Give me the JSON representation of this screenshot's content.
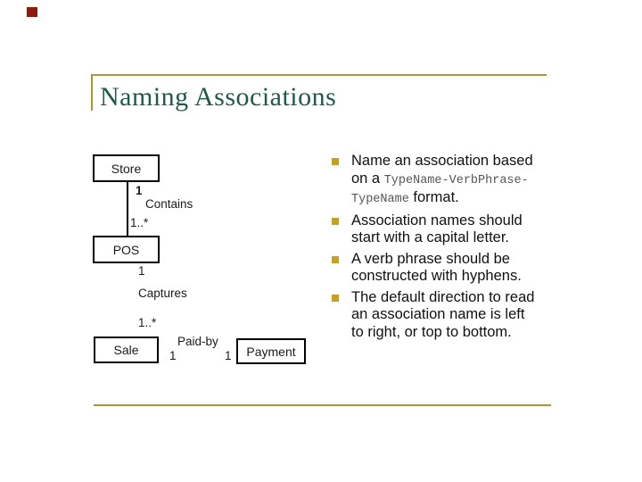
{
  "slide": {
    "title": "Naming Associations",
    "colors": {
      "title_green": "#1e5b47",
      "rule_gold": "#ac9738",
      "bullet_gold": "#c4a21d",
      "corner_red": "#8e1b10"
    }
  },
  "diagram": {
    "boxes": [
      {
        "label": "Store"
      },
      {
        "label": "POS"
      },
      {
        "label": "Sale"
      },
      {
        "label": "Payment"
      }
    ],
    "labels": {
      "store_mult": "1",
      "contains": "Contains",
      "contains_mult": "1..*",
      "pos_mult": "1",
      "captures": "Captures",
      "captures_mult": "1..*",
      "paid_by": "Paid-by",
      "sale_mult": "1",
      "payment_mult": "1"
    }
  },
  "bullets": [
    {
      "lines": [
        [
          {
            "t": "Name an association based",
            "m": false
          }
        ],
        [
          {
            "t": "on a ",
            "m": false
          },
          {
            "t": "TypeName-VerbPhrase-",
            "m": true
          }
        ],
        [
          {
            "t": "TypeName",
            "m": true
          },
          {
            "t": " format.",
            "m": false
          }
        ]
      ]
    },
    {
      "lines": [
        [
          {
            "t": "Association names should",
            "m": false
          }
        ],
        [
          {
            "t": "start with a capital letter.",
            "m": false
          }
        ]
      ]
    },
    {
      "lines": [
        [
          {
            "t": "A verb phrase should be",
            "m": false
          }
        ],
        [
          {
            "t": "constructed with hyphens.",
            "m": false
          }
        ]
      ]
    },
    {
      "lines": [
        [
          {
            "t": "The default direction to read",
            "m": false
          }
        ],
        [
          {
            "t": "an association name is left",
            "m": false
          }
        ],
        [
          {
            "t": "to right, or top to bottom.",
            "m": false
          }
        ]
      ]
    }
  ]
}
